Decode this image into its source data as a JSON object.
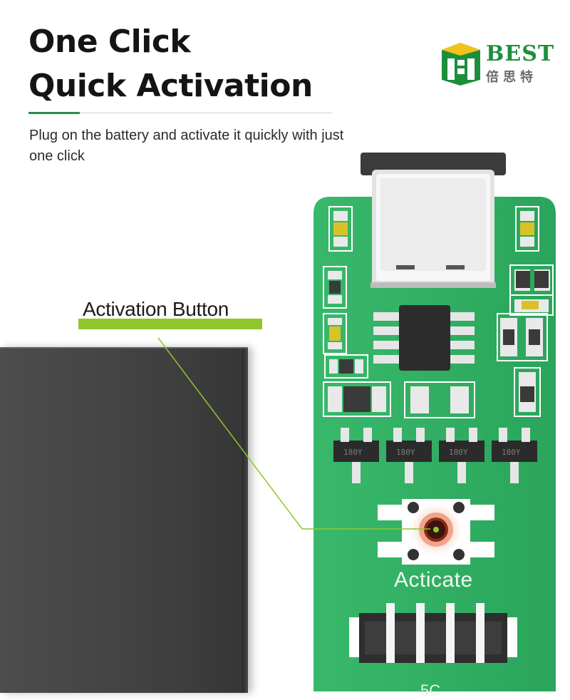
{
  "header": {
    "headline_line1": "One Click",
    "headline_line2": "Quick Activation",
    "description": "Plug on the battery and activate it quickly with just one click"
  },
  "brand": {
    "wordmark": "BEST",
    "chinese_name": "倍思特"
  },
  "callout": {
    "label": "Activation Button"
  },
  "board": {
    "button_silkscreen": "Acticate",
    "bottom_silkscreen": "5C",
    "chip_markings": [
      "180Y",
      "180Y",
      "180Y",
      "180Y"
    ]
  },
  "colors": {
    "pcb_green": "#2fb062",
    "callout_highlight": "#8ec82a",
    "brand_green": "#1d8f3c",
    "battery_gray": "#444444"
  }
}
